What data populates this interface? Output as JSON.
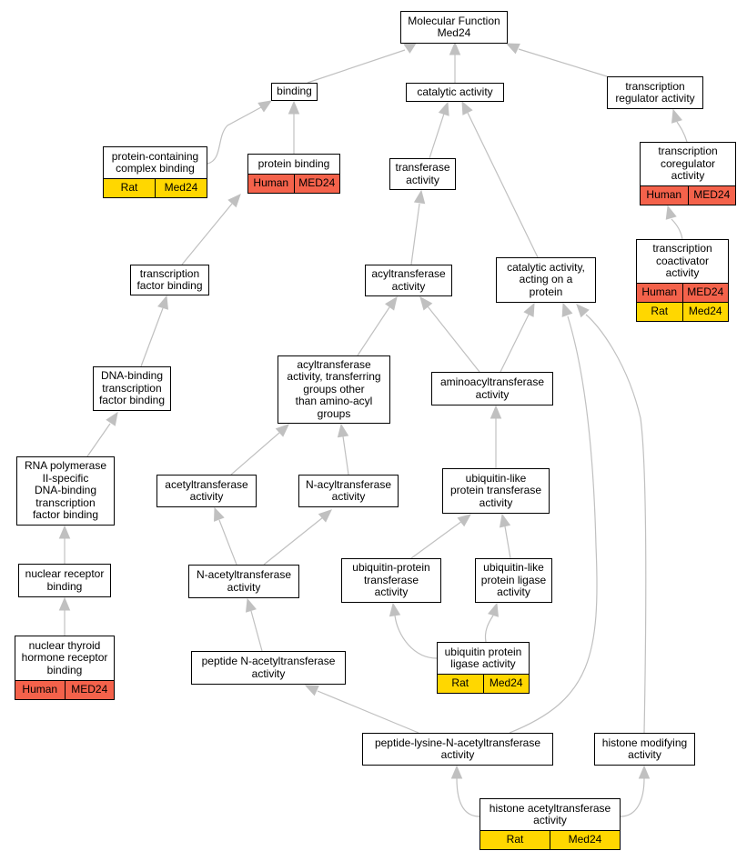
{
  "colors": {
    "human": "#f4624b",
    "rat": "#ffd700",
    "edge": "#c0c0c0"
  },
  "nodes": {
    "mf": {
      "label": "Molecular Function\nMed24"
    },
    "binding": {
      "label": "binding"
    },
    "catalytic": {
      "label": "catalytic activity"
    },
    "trreg": {
      "label": "transcription\nregulator activity"
    },
    "pcbinding": {
      "label": "protein-containing\ncomplex binding",
      "row": [
        {
          "species": "Rat",
          "gene": "Med24"
        }
      ]
    },
    "protbinding": {
      "label": "protein binding",
      "row": [
        {
          "species": "Human",
          "gene": "MED24"
        }
      ]
    },
    "transferase": {
      "label": "transferase\nactivity"
    },
    "coreg": {
      "label": "transcription\ncoregulator\nactivity",
      "row": [
        {
          "species": "Human",
          "gene": "MED24"
        }
      ]
    },
    "coact": {
      "label": "transcription\ncoactivator\nactivity",
      "row": [
        {
          "species": "Human",
          "gene": "MED24"
        },
        {
          "species": "Rat",
          "gene": "Med24"
        }
      ]
    },
    "tfbinding": {
      "label": "transcription\nfactor binding"
    },
    "acyltransferase": {
      "label": "acyltransferase\nactivity"
    },
    "catprotein": {
      "label": "catalytic activity,\nacting on a\nprotein"
    },
    "dnabinding": {
      "label": "DNA-binding\ntranscription\nfactor binding"
    },
    "acylother": {
      "label": "acyltransferase\nactivity, transferring\ngroups other\nthan amino-acyl\ngroups"
    },
    "aminoacyl": {
      "label": "aminoacyltransferase\nactivity"
    },
    "rnapol": {
      "label": "RNA polymerase\nII-specific\nDNA-binding\ntranscription\nfactor binding"
    },
    "acetyltransferase": {
      "label": "acetyltransferase\nactivity"
    },
    "nacyl": {
      "label": "N-acyltransferase\nactivity"
    },
    "ubllike": {
      "label": "ubiquitin-like\nprotein transferase\nactivity"
    },
    "nucrec": {
      "label": "nuclear receptor\nbinding"
    },
    "nacetyl": {
      "label": "N-acetyltransferase\nactivity"
    },
    "ubprot": {
      "label": "ubiquitin-protein\ntransferase\nactivity"
    },
    "ubligase": {
      "label": "ubiquitin-like\nprotein ligase\nactivity"
    },
    "nucthyroid": {
      "label": "nuclear thyroid\nhormone receptor\nbinding",
      "row": [
        {
          "species": "Human",
          "gene": "MED24"
        }
      ]
    },
    "peptideN": {
      "label": "peptide N-acetyltransferase\nactivity"
    },
    "ubprotlig": {
      "label": "ubiquitin protein\nligase activity",
      "row": [
        {
          "species": "Rat",
          "gene": "Med24"
        }
      ]
    },
    "peplys": {
      "label": "peptide-lysine-N-acetyltransferase\nactivity"
    },
    "histmod": {
      "label": "histone modifying\nactivity"
    },
    "histacetyl": {
      "label": "histone acetyltransferase\nactivity",
      "row": [
        {
          "species": "Rat",
          "gene": "Med24"
        }
      ]
    }
  },
  "edges": [
    [
      "binding",
      "mf"
    ],
    [
      "catalytic",
      "mf"
    ],
    [
      "trreg",
      "mf"
    ],
    [
      "pcbinding",
      "binding"
    ],
    [
      "protbinding",
      "binding"
    ],
    [
      "transferase",
      "catalytic"
    ],
    [
      "catprotein",
      "catalytic"
    ],
    [
      "coreg",
      "trreg"
    ],
    [
      "coact",
      "coreg"
    ],
    [
      "tfbinding",
      "protbinding"
    ],
    [
      "acyltransferase",
      "transferase"
    ],
    [
      "dnabinding",
      "tfbinding"
    ],
    [
      "acylother",
      "acyltransferase"
    ],
    [
      "aminoacyl",
      "acyltransferase"
    ],
    [
      "aminoacyl",
      "catprotein"
    ],
    [
      "rnapol",
      "dnabinding"
    ],
    [
      "acetyltransferase",
      "acylother"
    ],
    [
      "nacyl",
      "acylother"
    ],
    [
      "ubllike",
      "aminoacyl"
    ],
    [
      "nucrec",
      "rnapol"
    ],
    [
      "nacetyl",
      "acetyltransferase"
    ],
    [
      "nacetyl",
      "nacyl"
    ],
    [
      "ubprot",
      "ubllike"
    ],
    [
      "ubligase",
      "ubllike"
    ],
    [
      "nucthyroid",
      "nucrec"
    ],
    [
      "peptideN",
      "nacetyl"
    ],
    [
      "ubprotlig",
      "ubprot"
    ],
    [
      "ubprotlig",
      "ubligase"
    ],
    [
      "peplys",
      "peptideN"
    ],
    [
      "peplys",
      "catprotein"
    ],
    [
      "histmod",
      "catprotein"
    ],
    [
      "histacetyl",
      "peplys"
    ],
    [
      "histacetyl",
      "histmod"
    ]
  ]
}
